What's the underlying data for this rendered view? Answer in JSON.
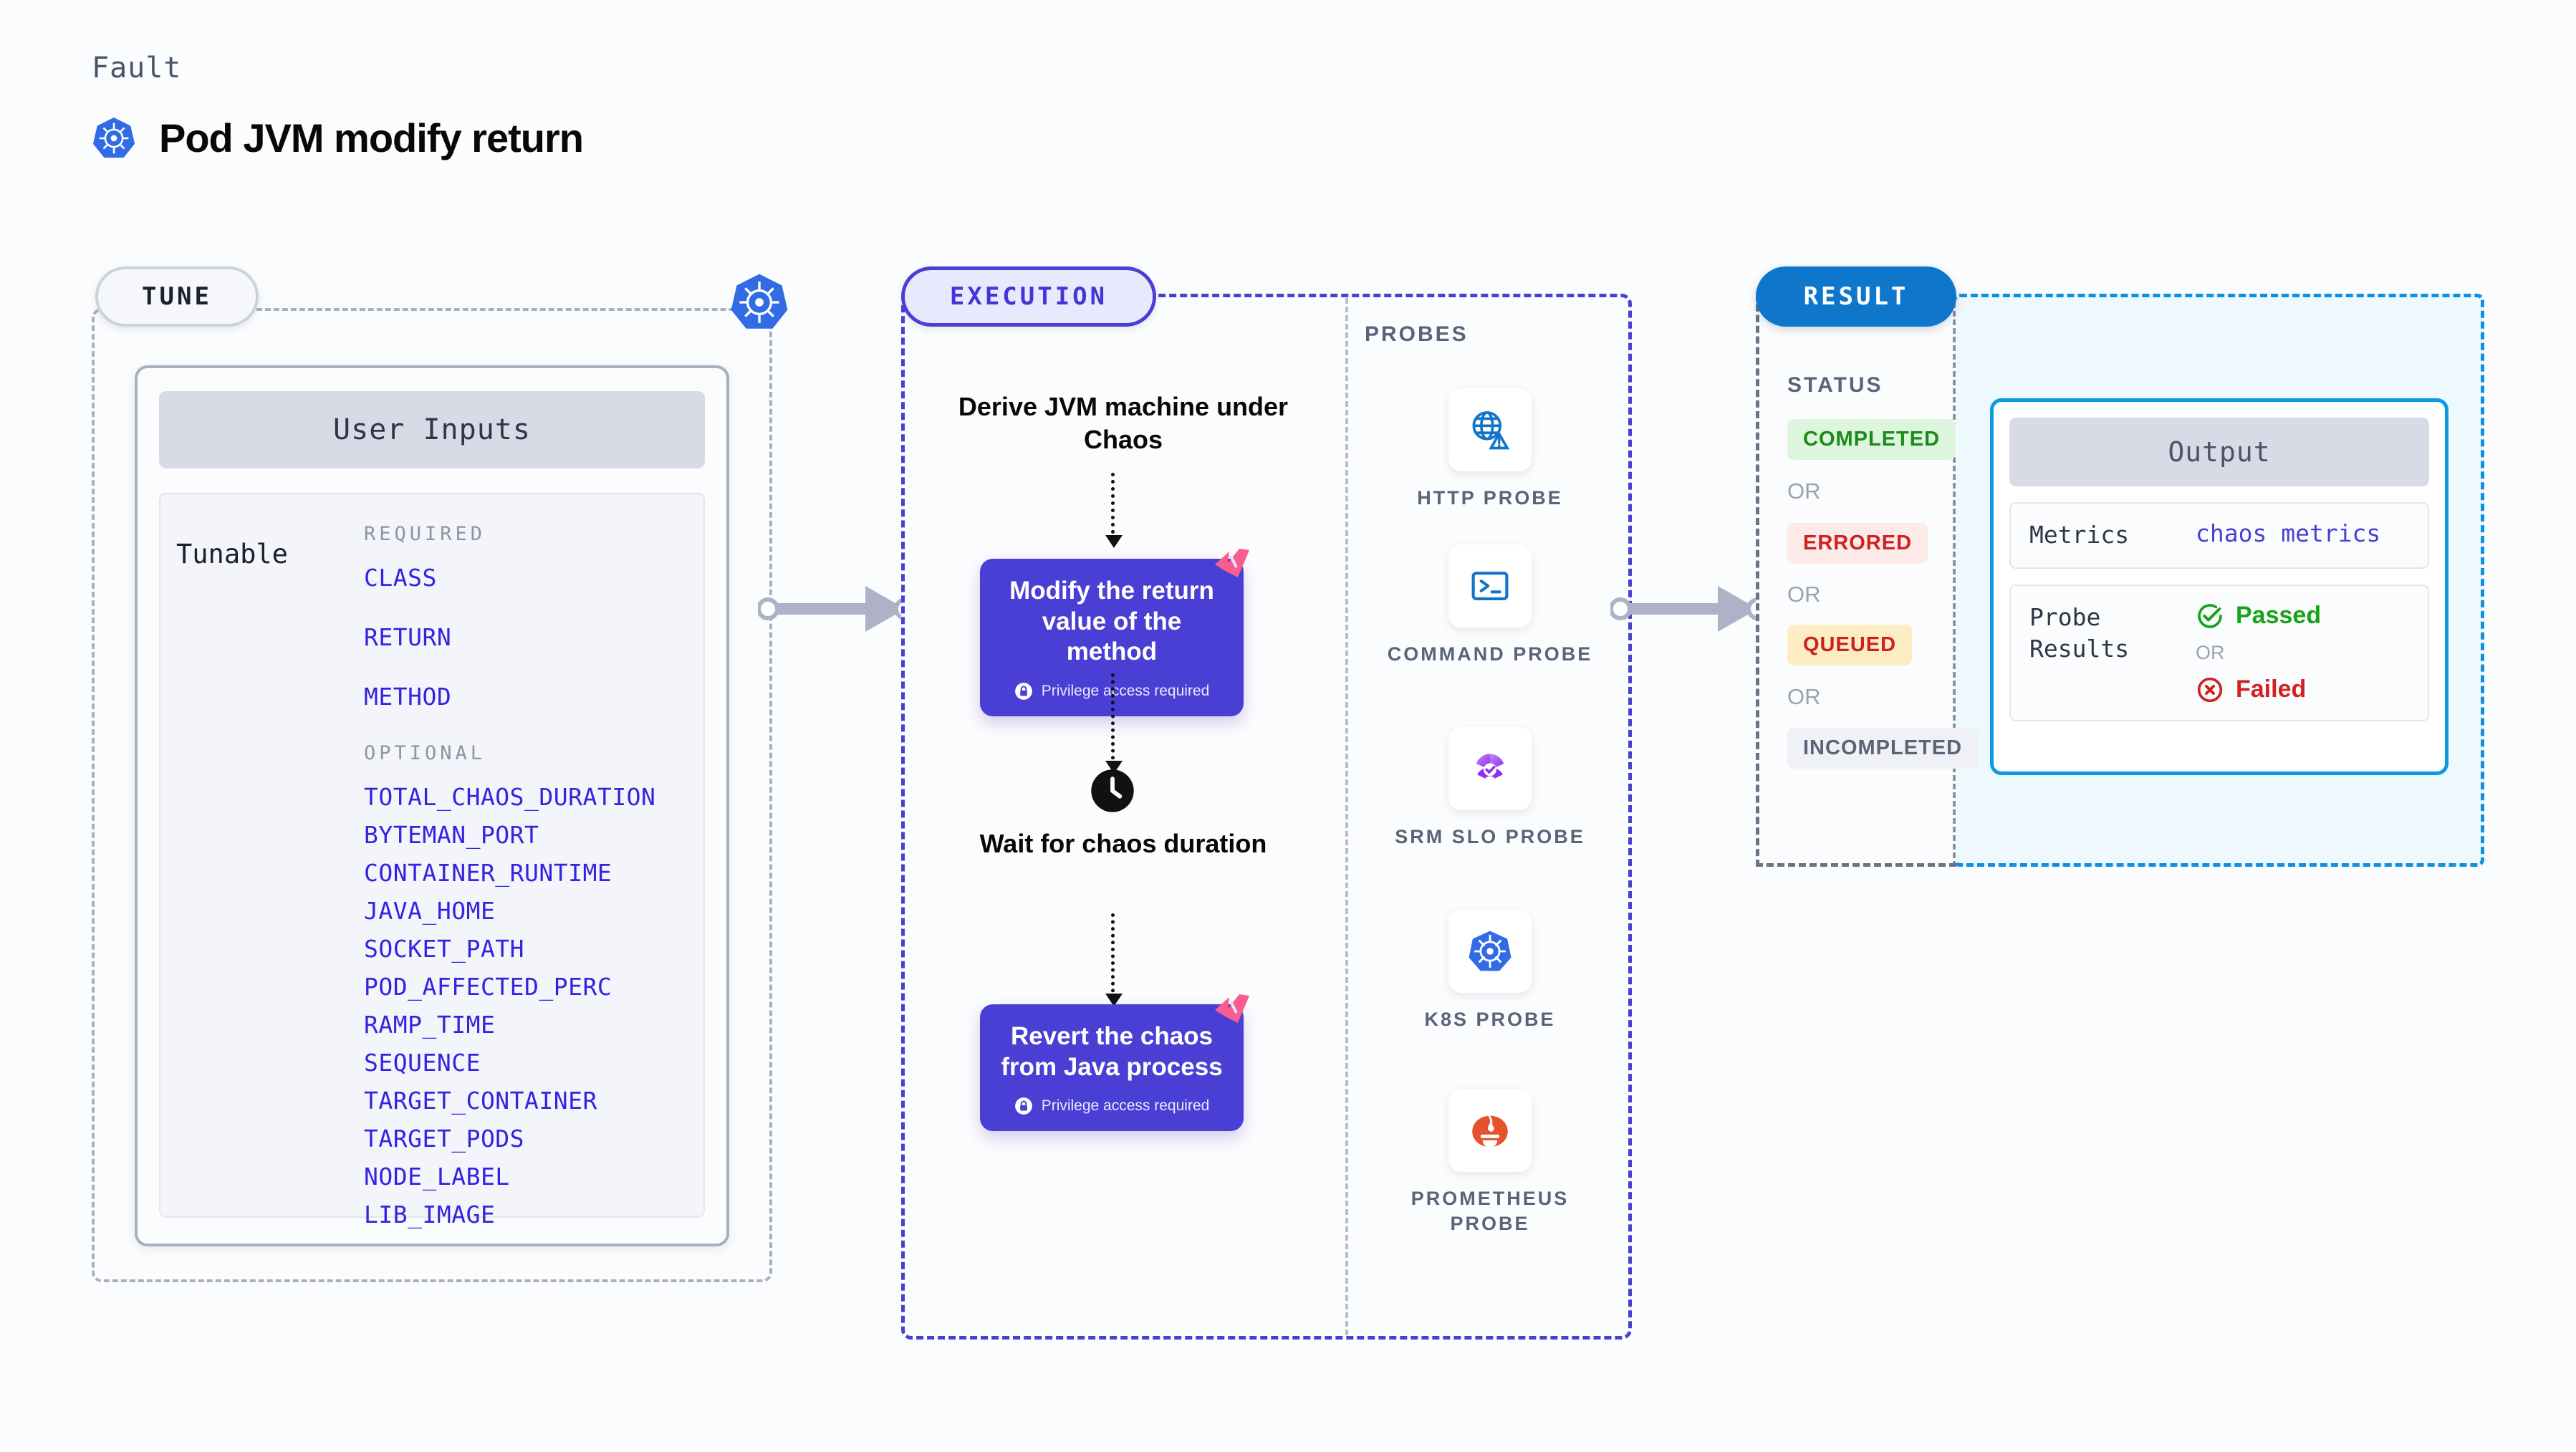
{
  "header": {
    "kicker": "Fault",
    "title": "Pod JVM modify return",
    "icon": "kubernetes-icon"
  },
  "tune": {
    "pill_label": "TUNE",
    "node_icon": "kubernetes-icon",
    "card_title": "User Inputs",
    "tunable_label": "Tunable",
    "required_header": "REQUIRED",
    "required": [
      "CLASS",
      "RETURN",
      "METHOD"
    ],
    "optional_header": "OPTIONAL",
    "optional": [
      "TOTAL_CHAOS_DURATION",
      "BYTEMAN_PORT",
      "CONTAINER_RUNTIME",
      "JAVA_HOME",
      "SOCKET_PATH",
      "POD_AFFECTED_PERC",
      "RAMP_TIME",
      "SEQUENCE",
      "TARGET_CONTAINER",
      "TARGET_PODS",
      "NODE_LABEL",
      "LIB_IMAGE"
    ]
  },
  "execution": {
    "pill_label": "EXECUTION",
    "step_derive": "Derive JVM machine under Chaos",
    "step_wait": "Wait for chaos duration",
    "clock_icon": "clock-icon",
    "cards": [
      {
        "title": "Modify the return value of the method",
        "privilege": "Privilege access required",
        "icon": "lock-icon",
        "mark": "litmus-mark"
      },
      {
        "title": "Revert the chaos from Java process",
        "privilege": "Privilege access required",
        "icon": "lock-icon",
        "mark": "litmus-mark"
      }
    ]
  },
  "probes": {
    "label": "PROBES",
    "items": [
      {
        "name": "HTTP PROBE",
        "icon": "globe-warning-icon"
      },
      {
        "name": "COMMAND PROBE",
        "icon": "terminal-icon"
      },
      {
        "name": "SRM SLO PROBE",
        "icon": "srm-slo-icon"
      },
      {
        "name": "K8S PROBE",
        "icon": "kubernetes-icon"
      },
      {
        "name": "PROMETHEUS PROBE",
        "icon": "prometheus-icon"
      }
    ]
  },
  "result": {
    "pill_label": "RESULT",
    "status_label": "STATUS",
    "or_label": "OR",
    "statuses": [
      {
        "label": "COMPLETED",
        "bg": "#dcf5dc",
        "fg": "#1a8a1a"
      },
      {
        "label": "ERRORED",
        "bg": "#fdebe9",
        "fg": "#cf2020"
      },
      {
        "label": "QUEUED",
        "bg": "#fcedc4",
        "fg": "#cf2020"
      },
      {
        "label": "INCOMPLETED",
        "bg": "#eff1f6",
        "fg": "#5a6478"
      }
    ],
    "output": {
      "title": "Output",
      "metrics_key": "Metrics",
      "metrics_value": "chaos metrics",
      "probe_key": "Probe Results",
      "passed": "Passed",
      "failed": "Failed",
      "or_label": "OR",
      "passed_icon": "check-circle-icon",
      "failed_icon": "x-circle-icon"
    }
  },
  "colors": {
    "accent_purple": "#4a3fd4",
    "accent_blue": "#0e77cb",
    "k8s_blue": "#326ce5",
    "litmus_pink": "#f95c8f",
    "param_blue": "#3423e0"
  }
}
